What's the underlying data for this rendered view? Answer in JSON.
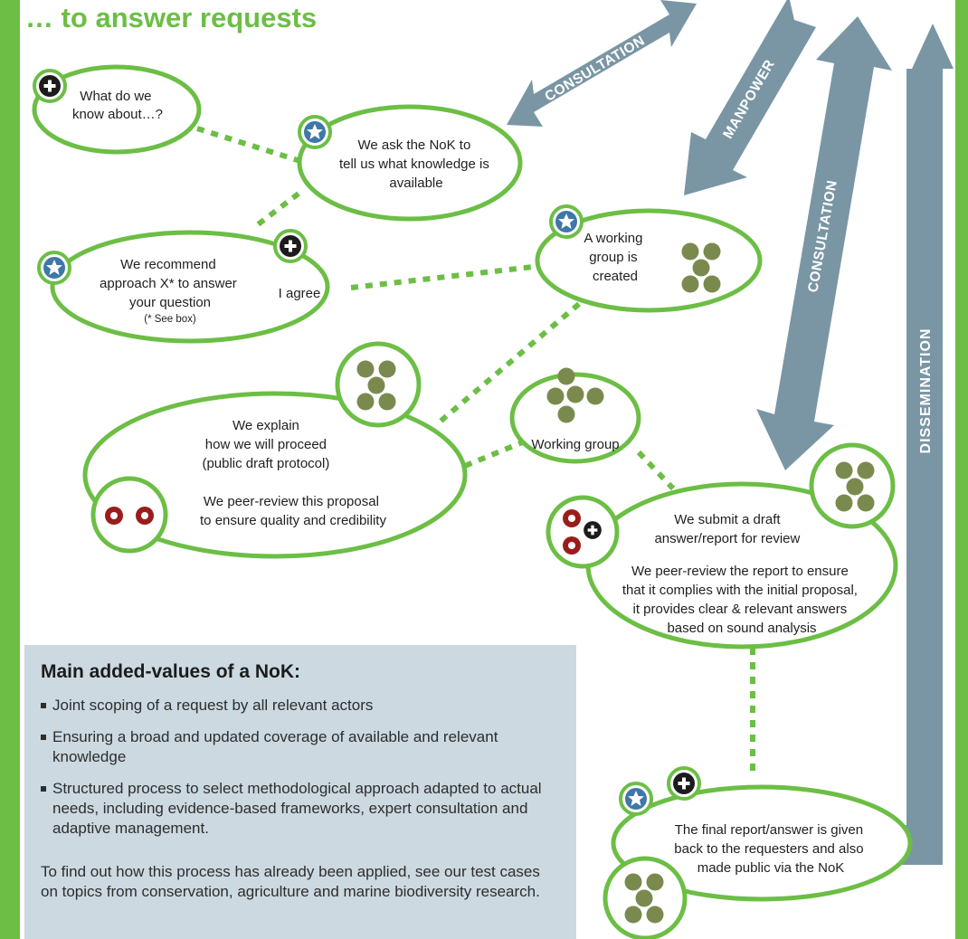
{
  "title": "… to answer requests",
  "colors": {
    "green": "#6cbe45",
    "arrow": "#7a96a4",
    "dot": "#7a8a4e",
    "red": "#9b1c1c",
    "star_blue": "#3e77a8",
    "panel": "#ccd9e1"
  },
  "arrows": {
    "consultation_top": "CONSULTATION",
    "manpower": "MANPOWER",
    "consultation_right": "CONSULTATION",
    "dissemination": "DISSEMINATION"
  },
  "nodes": {
    "what_do_we_know": {
      "lines": [
        "What do we",
        "know about…?"
      ]
    },
    "ask_nok": {
      "lines": [
        "We ask the NoK to",
        "tell us what knowledge is",
        "available"
      ]
    },
    "recommend": {
      "lines": [
        "We recommend",
        "approach X* to answer",
        "your question"
      ],
      "note": "(* See box)"
    },
    "agree": {
      "label": "I agree"
    },
    "working_group_created": {
      "lines": [
        "A working",
        "group is",
        "created"
      ]
    },
    "explain": {
      "lines": [
        "We explain",
        "how we will proceed",
        "(public draft protocol)",
        "We peer-review this proposal",
        "to ensure quality and credibility"
      ]
    },
    "working_group": {
      "label": "Working group"
    },
    "submit_draft": {
      "lines": [
        "We submit a draft",
        "answer/report for review",
        "We peer-review the report to ensure",
        "that it complies with the initial proposal,",
        "it provides clear & relevant answers",
        "based on sound analysis"
      ]
    },
    "final_report": {
      "lines": [
        "The final report/answer is given",
        "back to the requesters and also",
        "made public via the NoK"
      ]
    }
  },
  "icons": [
    "plus-icon",
    "star-icon",
    "group-icon",
    "peer-review-icon"
  ],
  "box": {
    "heading": "Main added-values of a NoK:",
    "bullets": [
      "Joint scoping of a request by all relevant actors",
      "Ensuring a broad and updated coverage of available and relevant knowledge",
      "Structured process to select methodological approach adapted to actual needs, including evidence-based frameworks, expert consultation and adaptive management."
    ],
    "footer": "To find out how this process has already been applied, see our test cases on topics from conservation, agriculture and marine biodiversity research."
  }
}
